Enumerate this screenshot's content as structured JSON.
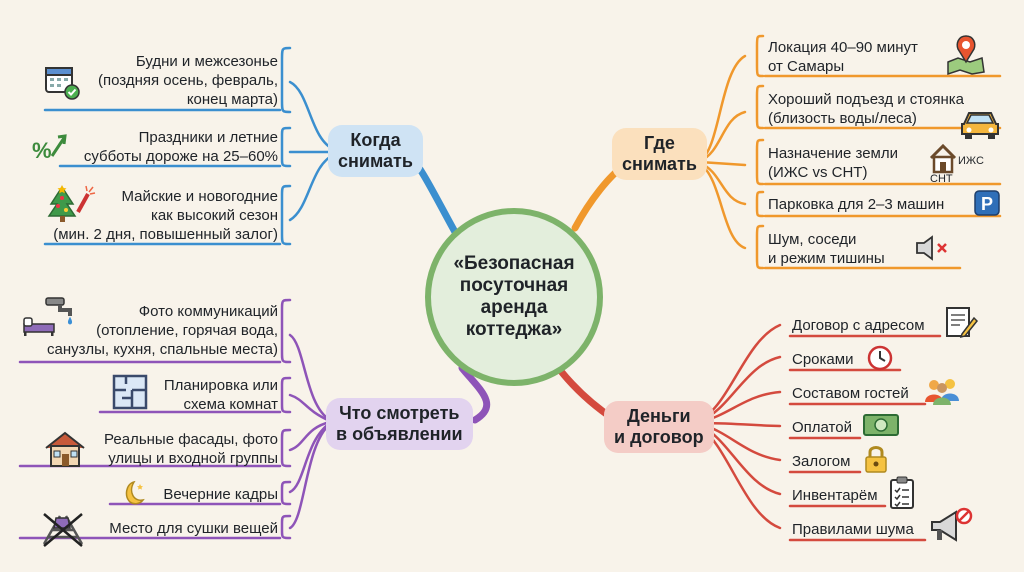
{
  "center": {
    "title_line1": "«Безопасная",
    "title_line2": "посуточная",
    "title_line3": "аренда",
    "title_line4": "коттеджа»",
    "color": "#7db36a"
  },
  "branches": {
    "when": {
      "title_line1": "Когда",
      "title_line2": "снимать",
      "color": "#3b8fcf",
      "items": [
        {
          "lines": [
            "Будни и межсезонье",
            "(поздняя осень, февраль,",
            "конец марта)"
          ],
          "icon": "calendar-check-icon"
        },
        {
          "lines": [
            "Праздники и летние",
            "субботы дороже на 25–60%"
          ],
          "icon": "percent-up-icon"
        },
        {
          "lines": [
            "Майские и новогодние",
            "как высокий сезон",
            "(мин. 2 дня, повышенный залог)"
          ],
          "icon": "tree-firework-icon"
        }
      ]
    },
    "where": {
      "title_line1": "Где",
      "title_line2": "снимать",
      "color": "#f0982c",
      "items": [
        {
          "lines": [
            "Локация 40–90 минут",
            "от Самары"
          ],
          "icon": "map-pin-icon"
        },
        {
          "lines": [
            "Хороший подъезд и стоянка",
            "(близость воды/леса)"
          ],
          "icon": "car-icon"
        },
        {
          "lines": [
            "Назначение земли",
            "(ИЖС vs СНТ)"
          ],
          "icon": "house-land-icon",
          "icon_text_top": "ИЖС",
          "icon_text_bottom": "СНТ"
        },
        {
          "lines": [
            "Парковка для 2–3 машин"
          ],
          "icon": "parking-icon",
          "icon_text": "P"
        },
        {
          "lines": [
            "Шум, соседи",
            "и режим тишины"
          ],
          "icon": "speaker-mute-icon"
        }
      ]
    },
    "listing": {
      "title_line1": "Что смотреть",
      "title_line2": "в объявлении",
      "color": "#8e54b8",
      "items": [
        {
          "lines": [
            "Фото коммуникаций",
            "(отопление, горячая вода,",
            "санузлы, кухня, спальные места)"
          ],
          "icon": "utilities-icon"
        },
        {
          "lines": [
            "Планировка или",
            "схема комнат"
          ],
          "icon": "floor-plan-icon"
        },
        {
          "lines": [
            "Реальные фасады, фото",
            "улицы и входной группы"
          ],
          "icon": "house-icon"
        },
        {
          "lines": [
            "Вечерние кадры"
          ],
          "icon": "moon-icon"
        },
        {
          "lines": [
            "Место для сушки вещей"
          ],
          "icon": "drying-rack-icon"
        }
      ]
    },
    "money": {
      "title_line1": "Деньги",
      "title_line2": "и договор",
      "color": "#d44a3e",
      "items": [
        {
          "lines": [
            "Договор с адресом"
          ],
          "icon": "contract-icon"
        },
        {
          "lines": [
            "Сроками"
          ],
          "icon": "clock-icon"
        },
        {
          "lines": [
            "Составом гостей"
          ],
          "icon": "guests-icon"
        },
        {
          "lines": [
            "Оплатой"
          ],
          "icon": "banknote-icon"
        },
        {
          "lines": [
            "Залогом"
          ],
          "icon": "lock-icon"
        },
        {
          "lines": [
            "Инвентарём"
          ],
          "icon": "checklist-icon"
        },
        {
          "lines": [
            "Правилами шума"
          ],
          "icon": "megaphone-icon"
        }
      ]
    }
  }
}
